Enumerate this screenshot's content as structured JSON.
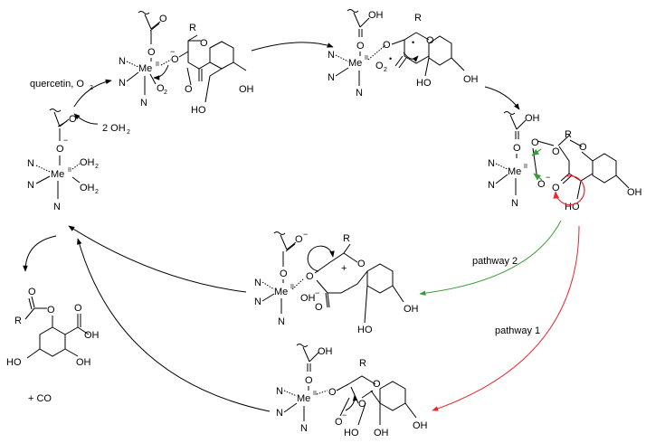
{
  "colors": {
    "ink": "#000000",
    "pathway_1": "#e8262b",
    "pathway_2": "#3a9a3a"
  },
  "text": {
    "metal": "Me",
    "metal_ox": "II",
    "N": "N",
    "O": "O",
    "OH": "OH",
    "HO": "HO",
    "OH2": "OH",
    "OH2_sub": "2",
    "O2": "O",
    "O2_sub": "2",
    "R": "R",
    "minus": "−",
    "plus": "+",
    "dot": "•",
    "quercetin": "quercetin, O",
    "quercetin_sub": "2",
    "water": "2 OH",
    "water_sub": "2",
    "pathway_1": "pathway 1",
    "pathway_2": "pathway 2",
    "cooh": "OH",
    "co_product": "+  CO"
  }
}
